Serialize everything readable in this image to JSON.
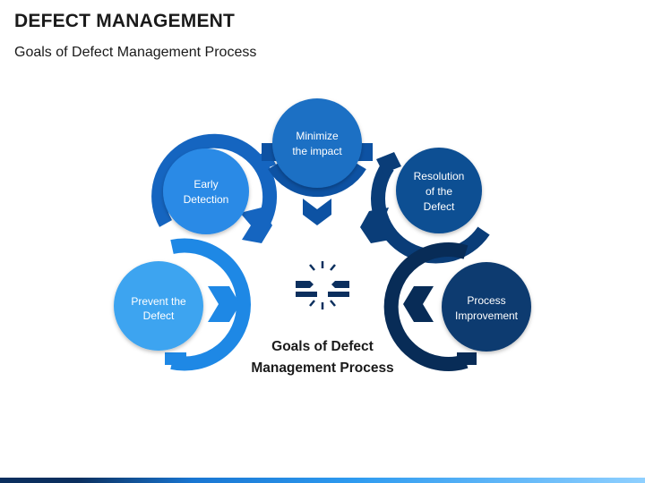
{
  "header": {
    "title": "DEFECT MANAGEMENT",
    "subtitle": "Goals of Defect Management Process"
  },
  "center": {
    "line1": "Goals of Defect",
    "line2": "Management Process",
    "icon": "broken-link-icon",
    "color": "#0b2f5e"
  },
  "goals": [
    {
      "line1": "Prevent the",
      "line2": "Defect",
      "color": "#3ea4f0",
      "ring": "#1e88e5"
    },
    {
      "line1": "Early",
      "line2": "Detection",
      "color": "#2b8ae6",
      "ring": "#1565c0"
    },
    {
      "line1": "Minimize",
      "line2": "the impact",
      "color": "#1c6fc4",
      "ring": "#0d52a3"
    },
    {
      "line1": "Resolution",
      "line2": "of the",
      "line3": "Defect",
      "color": "#0f4f93",
      "ring": "#0a3d78"
    },
    {
      "line1": "Process",
      "line2": "Improvement",
      "color": "#0b3a70",
      "ring": "#082c57"
    }
  ]
}
